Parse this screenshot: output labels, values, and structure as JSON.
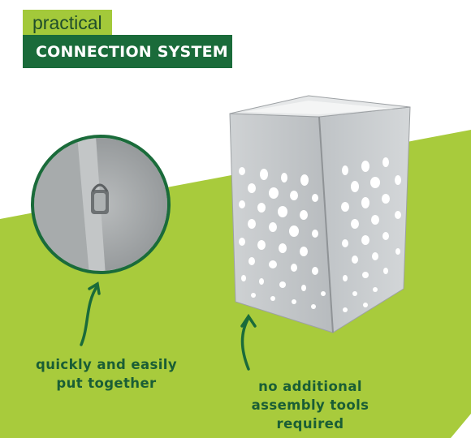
{
  "header": {
    "kicker": "practical",
    "title": "CONNECTION SYSTEM"
  },
  "captions": {
    "left": "quickly and easily put together",
    "right": "no additional assembly tools required"
  },
  "colors": {
    "light_green": "#a3c93a",
    "dark_green": "#1a6b3a",
    "text_green": "#1a5e35",
    "metal": "#c9ccce"
  },
  "icons": {
    "left_arrow": "curved-up-arrow-icon",
    "right_arrow": "curved-up-arrow-icon"
  }
}
